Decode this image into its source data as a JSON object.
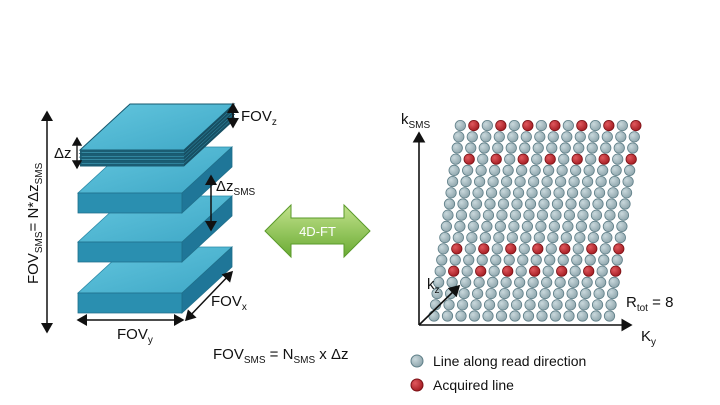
{
  "colors": {
    "slab_top": "#4fb8d3",
    "slab_side_front": "#2a8fb0",
    "slab_side_right": "#1f7698",
    "arrow_green_light": "#a8d46a",
    "arrow_green_dark": "#5a9a2a",
    "dot_gray": "#9fb3ba",
    "dot_gray_stroke": "#5f7f88",
    "dot_red": "#c0272d",
    "axis": "#111111"
  },
  "left_diagram": {
    "fov_z": {
      "main": "FOV",
      "sub": "z"
    },
    "delta_z": "Δz",
    "delta_z_sms": {
      "main": "Δz",
      "sub": "SMS"
    },
    "fov_x": {
      "main": "FOV",
      "sub": "x"
    },
    "fov_y": {
      "main": "FOV",
      "sub": "y"
    },
    "fov_sms_vertical": {
      "p1": "FOV",
      "sub1": "SMS",
      "p2": "= N*Δz",
      "sub2": "SMS"
    },
    "formula": {
      "p1": "FOV",
      "sub1": "SMS",
      "p2": " = N",
      "sub2": "SMS",
      "p3": " x Δz"
    }
  },
  "center_arrow": {
    "label": "4D-FT",
    "icon": "double-arrow-icon"
  },
  "right_diagram": {
    "axis_k_sms": {
      "main": "k",
      "sub": "SMS"
    },
    "axis_k_z": {
      "main": "k",
      "sub": "z"
    },
    "axis_k_y": {
      "main": "K",
      "sub": "y"
    },
    "r_tot": {
      "main": "R",
      "sub": "tot",
      "rest": " = 8"
    },
    "rows": [
      {
        "red": false
      },
      {
        "red": false
      },
      {
        "red": false
      },
      {
        "red": false
      },
      {
        "red": true
      },
      {
        "red": false
      },
      {
        "red": true
      },
      {
        "red": false
      },
      {
        "red": false
      },
      {
        "red": false
      },
      {
        "red": false
      },
      {
        "red": false
      },
      {
        "red": false
      },
      {
        "red": false
      },
      {
        "red": true
      },
      {
        "red": false
      },
      {
        "red": false
      },
      {
        "red": true
      }
    ]
  },
  "legend": [
    {
      "label": "Line along read direction",
      "color": "gray"
    },
    {
      "label": "Acquired line",
      "color": "red"
    }
  ]
}
